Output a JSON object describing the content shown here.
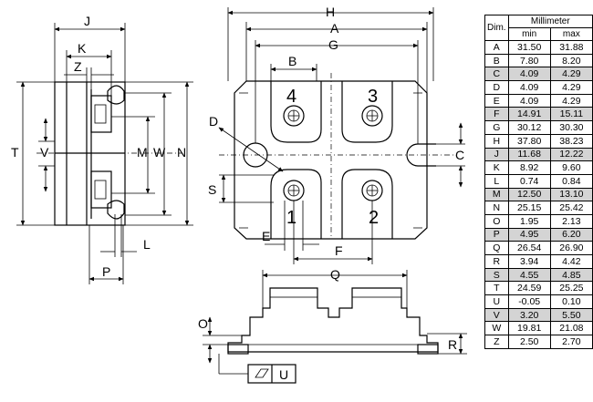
{
  "table": {
    "dim_header": "Dim.",
    "unit_header": "Millimeter",
    "min_header": "min",
    "max_header": "max",
    "rows": [
      {
        "dim": "A",
        "min": "31.50",
        "max": "31.88",
        "shaded": false
      },
      {
        "dim": "B",
        "min": "7.80",
        "max": "8.20",
        "shaded": false
      },
      {
        "dim": "C",
        "min": "4.09",
        "max": "4.29",
        "shaded": true
      },
      {
        "dim": "D",
        "min": "4.09",
        "max": "4.29",
        "shaded": false
      },
      {
        "dim": "E",
        "min": "4.09",
        "max": "4.29",
        "shaded": false
      },
      {
        "dim": "F",
        "min": "14.91",
        "max": "15.11",
        "shaded": true
      },
      {
        "dim": "G",
        "min": "30.12",
        "max": "30.30",
        "shaded": false
      },
      {
        "dim": "H",
        "min": "37.80",
        "max": "38.23",
        "shaded": false
      },
      {
        "dim": "J",
        "min": "11.68",
        "max": "12.22",
        "shaded": true
      },
      {
        "dim": "K",
        "min": "8.92",
        "max": "9.60",
        "shaded": false
      },
      {
        "dim": "L",
        "min": "0.74",
        "max": "0.84",
        "shaded": false
      },
      {
        "dim": "M",
        "min": "12.50",
        "max": "13.10",
        "shaded": true
      },
      {
        "dim": "N",
        "min": "25.15",
        "max": "25.42",
        "shaded": false
      },
      {
        "dim": "O",
        "min": "1.95",
        "max": "2.13",
        "shaded": false
      },
      {
        "dim": "P",
        "min": "4.95",
        "max": "6.20",
        "shaded": true
      },
      {
        "dim": "Q",
        "min": "26.54",
        "max": "26.90",
        "shaded": false
      },
      {
        "dim": "R",
        "min": "3.94",
        "max": "4.42",
        "shaded": false
      },
      {
        "dim": "S",
        "min": "4.55",
        "max": "4.85",
        "shaded": true
      },
      {
        "dim": "T",
        "min": "24.59",
        "max": "25.25",
        "shaded": false
      },
      {
        "dim": "U",
        "min": "-0.05",
        "max": "0.10",
        "shaded": false
      },
      {
        "dim": "V",
        "min": "3.20",
        "max": "5.50",
        "shaded": true
      },
      {
        "dim": "W",
        "min": "19.81",
        "max": "21.08",
        "shaded": false
      },
      {
        "dim": "Z",
        "min": "2.50",
        "max": "2.70",
        "shaded": false
      }
    ]
  },
  "drawing": {
    "side_view": {
      "J": "J",
      "K": "K",
      "Z": "Z",
      "T": "T",
      "V": "V",
      "M": "M",
      "W": "W",
      "N": "N",
      "L": "L",
      "P": "P"
    },
    "top_view": {
      "H": "H",
      "A": "A",
      "G": "G",
      "B": "B",
      "D": "D",
      "C": "C",
      "S": "S",
      "E": "E",
      "F": "F"
    },
    "terminals": {
      "t1": "1",
      "t2": "2",
      "t3": "3",
      "t4": "4"
    },
    "front_view": {
      "Q": "Q",
      "O": "O",
      "R": "R",
      "U": "U"
    }
  },
  "colors": {
    "line": "#000000",
    "shade": "#d4d4d4",
    "background": "#ffffff"
  }
}
